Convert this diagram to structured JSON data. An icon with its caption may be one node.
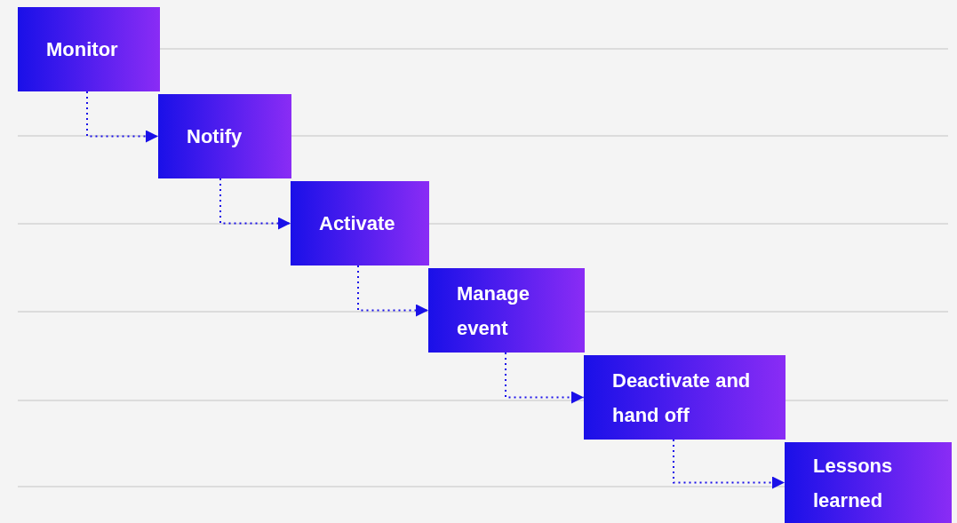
{
  "diagram": {
    "nodes": [
      {
        "text": [
          "Monitor"
        ]
      },
      {
        "text": [
          "Notify"
        ]
      },
      {
        "text": [
          "Activate"
        ]
      },
      {
        "text": [
          "Manage event"
        ]
      },
      {
        "text": [
          "Deactivate and hand off"
        ]
      },
      {
        "text": [
          "Lessons learned"
        ]
      }
    ],
    "edges": [
      {
        "from": 0,
        "to": 1,
        "arrow": "to",
        "style": "dashed"
      },
      {
        "from": 1,
        "to": 2,
        "arrow": "to",
        "style": "dashed"
      },
      {
        "from": 2,
        "to": 3,
        "arrow": "to",
        "style": "dashed"
      },
      {
        "from": 3,
        "to": 4,
        "arrow": "to",
        "style": "dashed"
      },
      {
        "from": 4,
        "to": 5,
        "arrow": "to",
        "style": "dashed"
      }
    ]
  }
}
